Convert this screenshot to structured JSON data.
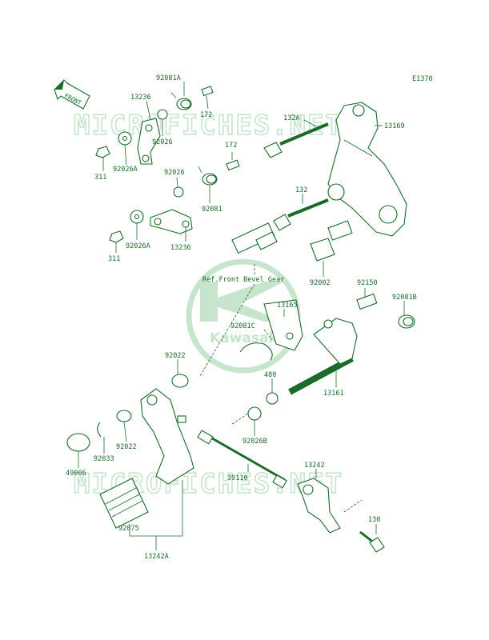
{
  "diagram_code": "E1370",
  "front_arrow_label": "FRONT",
  "watermark_text": "MICROFICHES.NET",
  "logo_text": "Kawasaki",
  "reference_note": "Ref.Front Bevel Gear",
  "colors": {
    "line": "#1a6b2a",
    "watermark": "#c7e4cd",
    "background": "#ffffff"
  },
  "parts": {
    "p_92081A": "92081A",
    "p_13236a": "13236",
    "p_172a": "172",
    "p_132A": "132A",
    "p_13169": "13169",
    "p_311a": "311",
    "p_92026Aa": "92026A",
    "p_92026a": "92026",
    "p_172b": "172",
    "p_92026b": "92026",
    "p_92081": "92081",
    "p_132": "132",
    "p_311b": "311",
    "p_92026Ab": "92026A",
    "p_13236b": "13236",
    "p_92002": "92002",
    "p_92150": "92150",
    "p_92081B": "92081B",
    "p_13165": "13165",
    "p_92081C": "92081C",
    "p_92022a": "92022",
    "p_480": "480",
    "p_13161": "13161",
    "p_92026B": "92026B",
    "p_49006": "49006",
    "p_92033": "92033",
    "p_92022b": "92022",
    "p_39110": "39110",
    "p_13242": "13242",
    "p_130": "130",
    "p_92075": "92075",
    "p_13242A": "13242A"
  }
}
